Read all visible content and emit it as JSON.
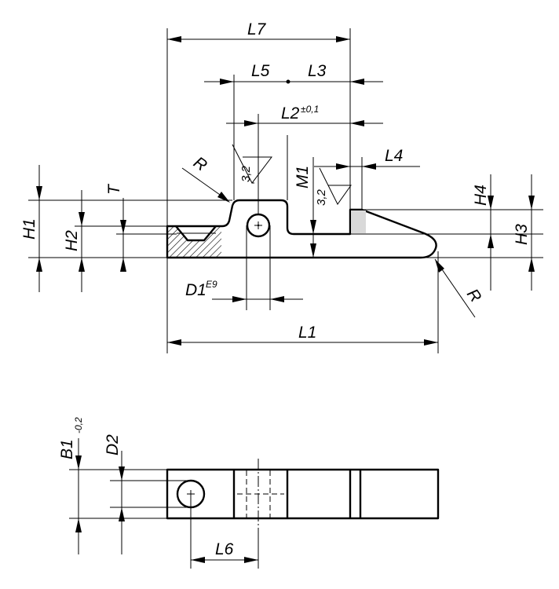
{
  "side_view": {
    "dims": {
      "L7": "L7",
      "L5": "L5",
      "L3": "L3",
      "L2": "L2",
      "L2_tol": "±0,1",
      "L4": "L4",
      "L1": "L1",
      "D1": "D1",
      "D1_tol": "E9",
      "H1": "H1",
      "H2": "H2",
      "T": "T",
      "M1": "M1",
      "H4": "H4",
      "H3": "H3",
      "R_top": "R",
      "R_bottom": "R"
    },
    "roughness": [
      "3,2",
      "3,2"
    ]
  },
  "top_view": {
    "dims": {
      "B1": "B1",
      "B1_tol": "-0,2",
      "D2": "D2",
      "L6": "L6"
    }
  }
}
